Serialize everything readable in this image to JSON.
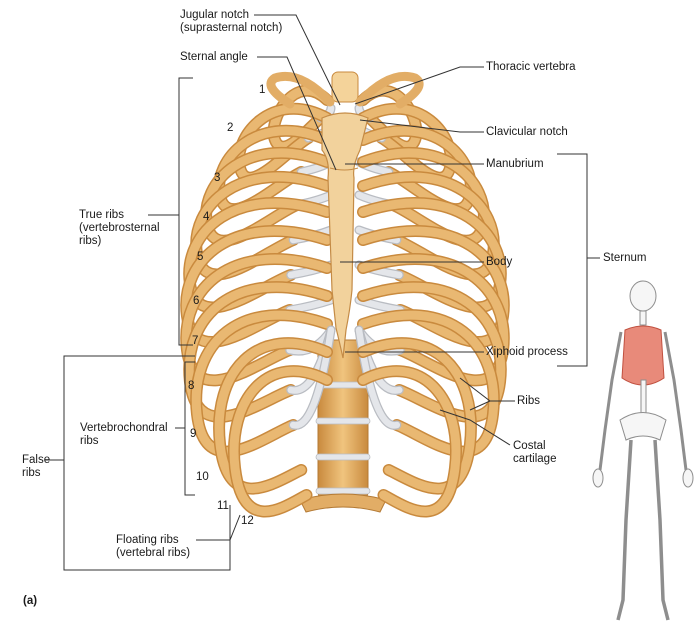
{
  "figure": {
    "panel_label": "(a)",
    "labels": {
      "jugular_notch": "Jugular notch",
      "jugular_notch_sub": "(suprasternal notch)",
      "sternal_angle": "Sternal angle",
      "thoracic_vertebra": "Thoracic vertebra",
      "clavicular_notch": "Clavicular notch",
      "manubrium": "Manubrium",
      "sternum": "Sternum",
      "body": "Body",
      "xiphoid_process": "Xiphoid process",
      "ribs": "Ribs",
      "costal_cartilage_1": "Costal",
      "costal_cartilage_2": "cartilage",
      "true_ribs_1": "True ribs",
      "true_ribs_2": "(vertebrosternal",
      "true_ribs_3": "ribs)",
      "vertebrochondral_1": "Vertebrochondral",
      "vertebrochondral_2": "ribs",
      "false_ribs_1": "False",
      "false_ribs_2": "ribs",
      "floating_ribs_1": "Floating ribs",
      "floating_ribs_2": "(vertebral ribs)"
    },
    "rib_numbers": [
      "1",
      "2",
      "3",
      "4",
      "5",
      "6",
      "7",
      "8",
      "9",
      "10",
      "11",
      "12"
    ],
    "colors": {
      "bone": "#e9b872",
      "bone_dark": "#c98a3e",
      "bone_light": "#f4d39a",
      "cartilage": "#e4e6ea",
      "cartilage_edge": "#b9bcc2",
      "highlight": "#e07060",
      "line": "#333333"
    }
  }
}
